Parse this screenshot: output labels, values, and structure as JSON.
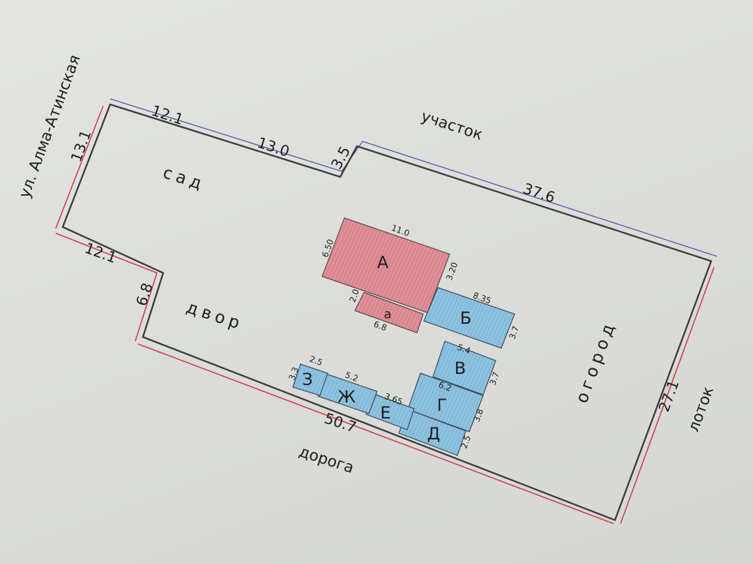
{
  "streets": {
    "west": "ул. Алма-Атинская",
    "north": "участок",
    "south": "дорога",
    "east": "лоток"
  },
  "areas": {
    "garden": "сад",
    "yard": "двор",
    "vegetable_garden": "огород"
  },
  "plot_dimensions": {
    "top_left": "12.1",
    "top_middle": "13.0",
    "notch": "3.5",
    "top_right": "37.6",
    "west": "13.1",
    "inner_step": "12.1",
    "west_lower": "6.8",
    "south": "50.7",
    "east": "27.1"
  },
  "buildings": [
    {
      "id": "A",
      "letter": "А",
      "color": "#df8f98",
      "dims": [
        "11.0",
        "6.50",
        "3.20"
      ]
    },
    {
      "id": "a",
      "letter": "а",
      "color": "#df8f98",
      "dims": [
        "2.0",
        "6.8"
      ]
    },
    {
      "id": "B",
      "letter": "Б",
      "color": "#8ec2df",
      "dims": [
        "8.35",
        "3.7"
      ]
    },
    {
      "id": "V",
      "letter": "В",
      "color": "#8ec2df",
      "dims": [
        "5.4",
        "3.7"
      ]
    },
    {
      "id": "G",
      "letter": "Г",
      "color": "#8ec2df",
      "dims": [
        "6.2",
        "3.8"
      ]
    },
    {
      "id": "D",
      "letter": "Д",
      "color": "#8ec2df",
      "dims": [
        "2.5"
      ]
    },
    {
      "id": "E",
      "letter": "Е",
      "color": "#8ec2df",
      "dims": [
        "3.65"
      ]
    },
    {
      "id": "Zh",
      "letter": "Ж",
      "color": "#8ec2df",
      "dims": [
        "5.2"
      ]
    },
    {
      "id": "Z",
      "letter": "З",
      "color": "#8ec2df",
      "dims": [
        "2.5",
        "3.3"
      ]
    }
  ],
  "colors": {
    "boundary": "#3c3c3c",
    "street_line": "#d03c4c",
    "neighbor_line": "#4a55a8",
    "residential": "#df8f98",
    "outbuilding": "#8ec2df"
  }
}
